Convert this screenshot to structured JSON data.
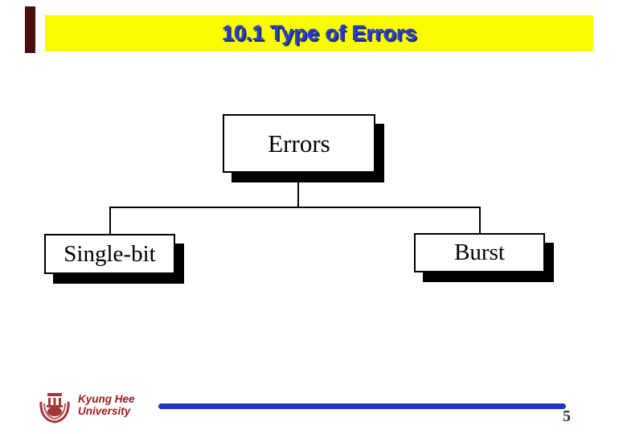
{
  "slide": {
    "title": "10.1 Type of Errors",
    "page_number": "5"
  },
  "diagram": {
    "root_label": "Errors",
    "children": [
      {
        "label": "Single-bit"
      },
      {
        "label": "Burst"
      }
    ]
  },
  "footer": {
    "organization_line1": "Kyung Hee",
    "organization_line2": "University"
  },
  "colors": {
    "title_bar_bg": "#fbfb00",
    "title_text": "#2b3fc8",
    "title_text_shadow": "#1b2c77",
    "accent_bar": "#490d0d",
    "box_fill": "#ffffff",
    "box_border": "#000000",
    "box_shadow": "#000000",
    "footer_text": "#9e1b1b",
    "footer_line": "#2036c8",
    "page_number": "#1f4030",
    "seal": "#a03838"
  },
  "icons": {
    "university_seal": "university-seal-icon"
  }
}
